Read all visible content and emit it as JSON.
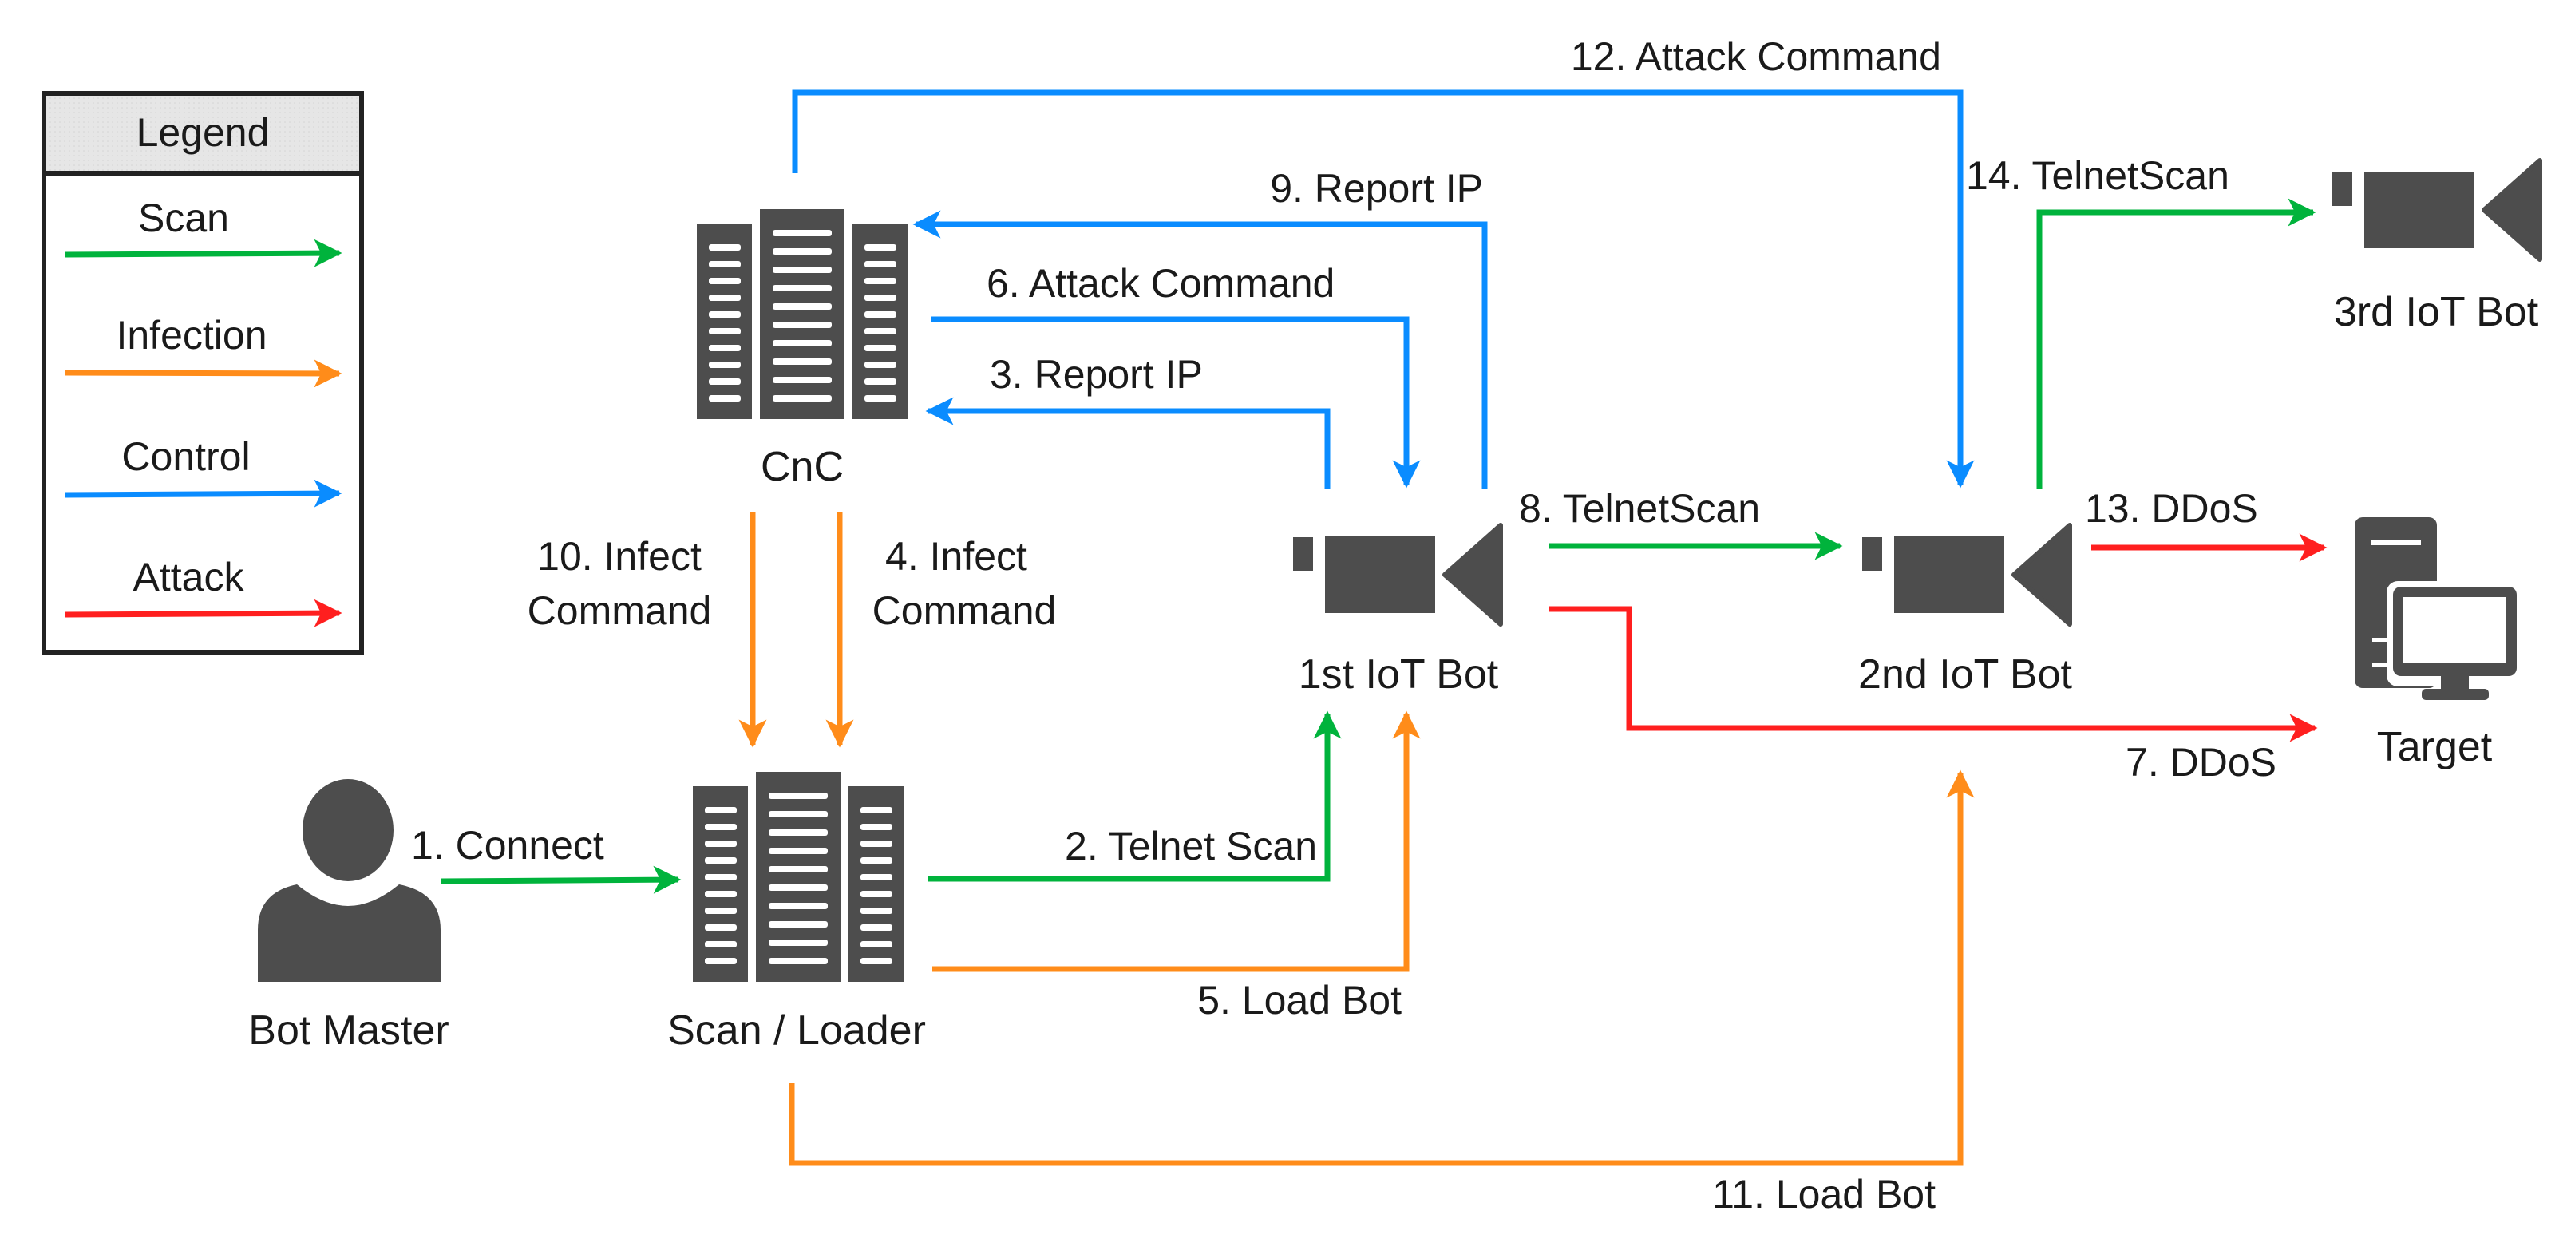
{
  "legend": {
    "title": "Legend",
    "items": [
      {
        "key": "scan",
        "label": "Scan",
        "color": "#00b33c"
      },
      {
        "key": "infection",
        "label": "Infection",
        "color": "#ff8c1a"
      },
      {
        "key": "control",
        "label": "Control",
        "color": "#0a8cff"
      },
      {
        "key": "attack",
        "label": "Attack",
        "color": "#ff1f1f"
      }
    ]
  },
  "colors": {
    "scan": "#00b33c",
    "infection": "#ff8c1a",
    "control": "#0a8cff",
    "attack": "#ff1f1f",
    "icon": "#4d4d4d"
  },
  "nodes": {
    "bot_master": {
      "label": "Bot Master",
      "icon": "person-icon"
    },
    "loader": {
      "label": "Scan / Loader",
      "icon": "server-rack-icon"
    },
    "cnc": {
      "label": "CnC",
      "icon": "server-rack-icon"
    },
    "bot1": {
      "label": "1st IoT Bot",
      "icon": "camera-icon"
    },
    "bot2": {
      "label": "2nd IoT Bot",
      "icon": "camera-icon"
    },
    "bot3": {
      "label": "3rd IoT Bot",
      "icon": "camera-icon"
    },
    "target": {
      "label": "Target",
      "icon": "desktop-computer-icon"
    }
  },
  "edges": [
    {
      "id": "e1",
      "step": 1,
      "label": "1. Connect",
      "type": "scan",
      "from": "Bot Master",
      "to": "Scan / Loader"
    },
    {
      "id": "e2",
      "step": 2,
      "label": "2. Telnet Scan",
      "type": "scan",
      "from": "Scan / Loader",
      "to": "1st IoT Bot"
    },
    {
      "id": "e3",
      "step": 3,
      "label": "3. Report IP",
      "type": "control",
      "from": "1st IoT Bot",
      "to": "CnC"
    },
    {
      "id": "e4",
      "step": 4,
      "label_lines": [
        "4. Infect",
        "Command"
      ],
      "type": "infection",
      "from": "CnC",
      "to": "Scan / Loader"
    },
    {
      "id": "e5",
      "step": 5,
      "label": "5. Load Bot",
      "type": "infection",
      "from": "Scan / Loader",
      "to": "1st IoT Bot"
    },
    {
      "id": "e6",
      "step": 6,
      "label": "6. Attack Command",
      "type": "control",
      "from": "CnC",
      "to": "1st IoT Bot"
    },
    {
      "id": "e7",
      "step": 7,
      "label": "7. DDoS",
      "type": "attack",
      "from": "1st IoT Bot",
      "to": "Target"
    },
    {
      "id": "e8",
      "step": 8,
      "label": "8. TelnetScan",
      "type": "scan",
      "from": "1st IoT Bot",
      "to": "2nd IoT Bot"
    },
    {
      "id": "e9",
      "step": 9,
      "label": "9. Report IP",
      "type": "control",
      "from": "1st IoT Bot",
      "to": "CnC"
    },
    {
      "id": "e10",
      "step": 10,
      "label_lines": [
        "10. Infect",
        "Command"
      ],
      "type": "infection",
      "from": "CnC",
      "to": "Scan / Loader"
    },
    {
      "id": "e11",
      "step": 11,
      "label": "11. Load Bot",
      "type": "infection",
      "from": "Scan / Loader",
      "to": "2nd IoT Bot"
    },
    {
      "id": "e12",
      "step": 12,
      "label": "12. Attack Command",
      "type": "control",
      "from": "CnC",
      "to": "2nd IoT Bot"
    },
    {
      "id": "e13",
      "step": 13,
      "label": "13. DDoS",
      "type": "attack",
      "from": "2nd IoT Bot",
      "to": "Target"
    },
    {
      "id": "e14",
      "step": 14,
      "label": "14. TelnetScan",
      "type": "scan",
      "from": "2nd IoT Bot",
      "to": "3rd IoT Bot"
    }
  ]
}
